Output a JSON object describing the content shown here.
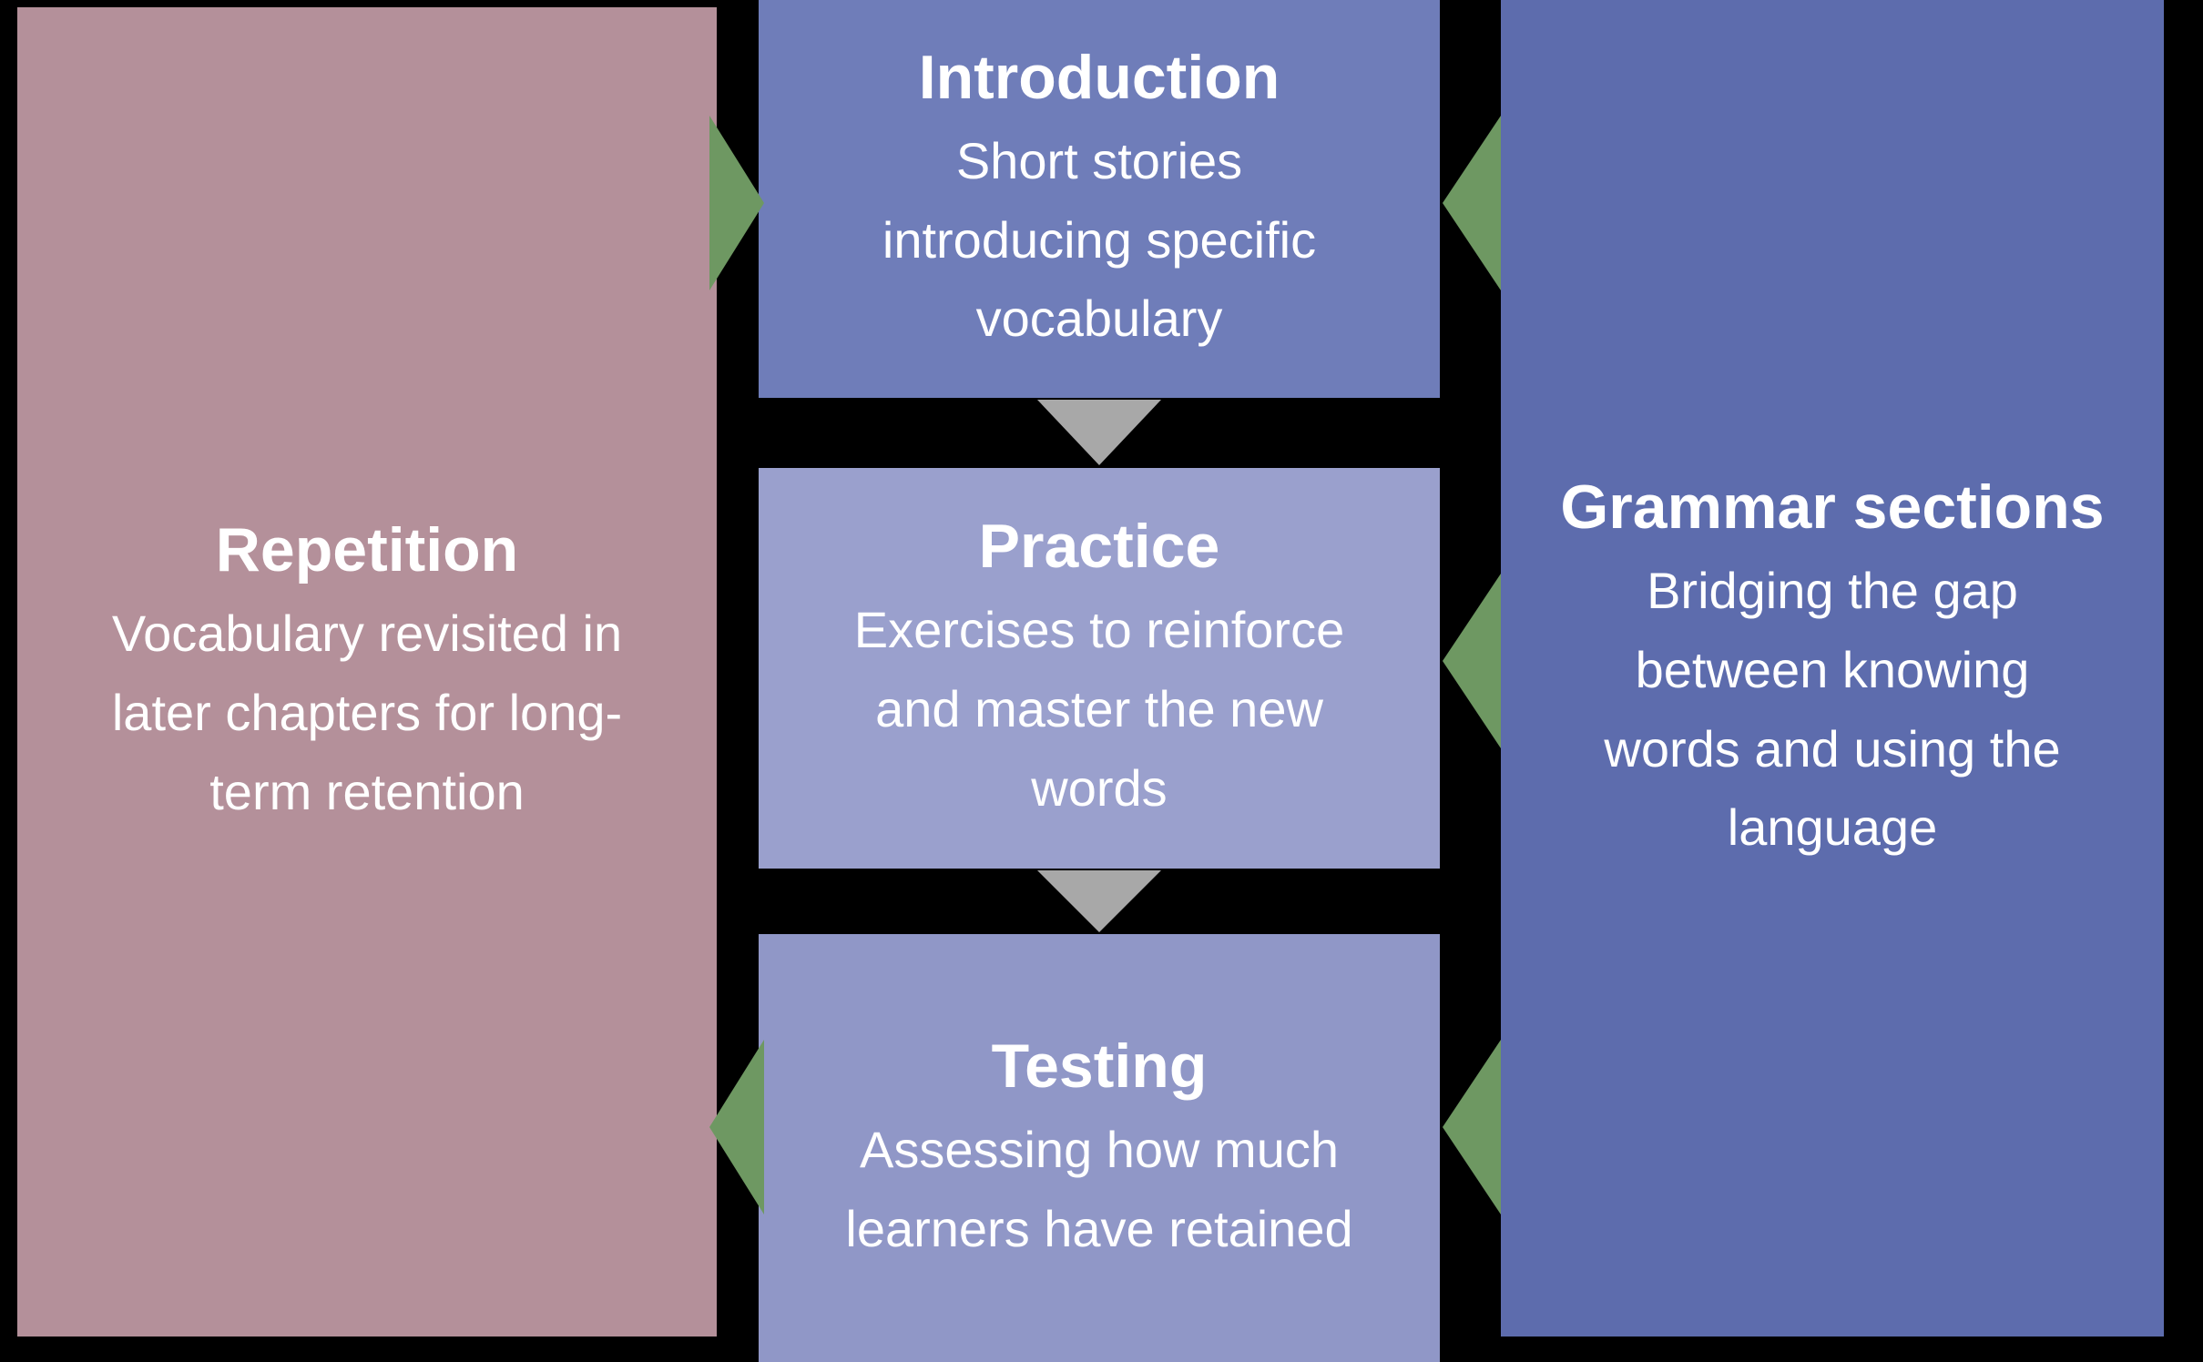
{
  "colors": {
    "background": "#000000",
    "left_panel": "#b4909a",
    "right_panel": "#5d6cad",
    "intro_box": "#6f7db9",
    "practice_box": "#9aa0cd",
    "testing_box": "#9097c7",
    "green_arrow": "#6e9862",
    "gray_arrow": "#a8a8a8",
    "text": "#ffffff"
  },
  "left_panel": {
    "title": "Repetition",
    "body": "Vocabulary revisited in later chapters for long-term retention"
  },
  "right_panel": {
    "title": "Grammar sections",
    "body": "Bridging the gap between knowing words and using the language"
  },
  "steps": [
    {
      "title": "Introduction",
      "body": "Short stories introducing specific vocabulary"
    },
    {
      "title": "Practice",
      "body": "Exercises to reinforce and master the new words"
    },
    {
      "title": "Testing",
      "body": "Assessing how much learners have retained"
    }
  ],
  "arrows": {
    "gray_down": [
      "introduction-to-practice",
      "practice-to-testing"
    ],
    "green": [
      "repetition-to-introduction",
      "grammar-to-introduction",
      "grammar-to-practice",
      "grammar-to-testing",
      "testing-to-repetition"
    ]
  }
}
